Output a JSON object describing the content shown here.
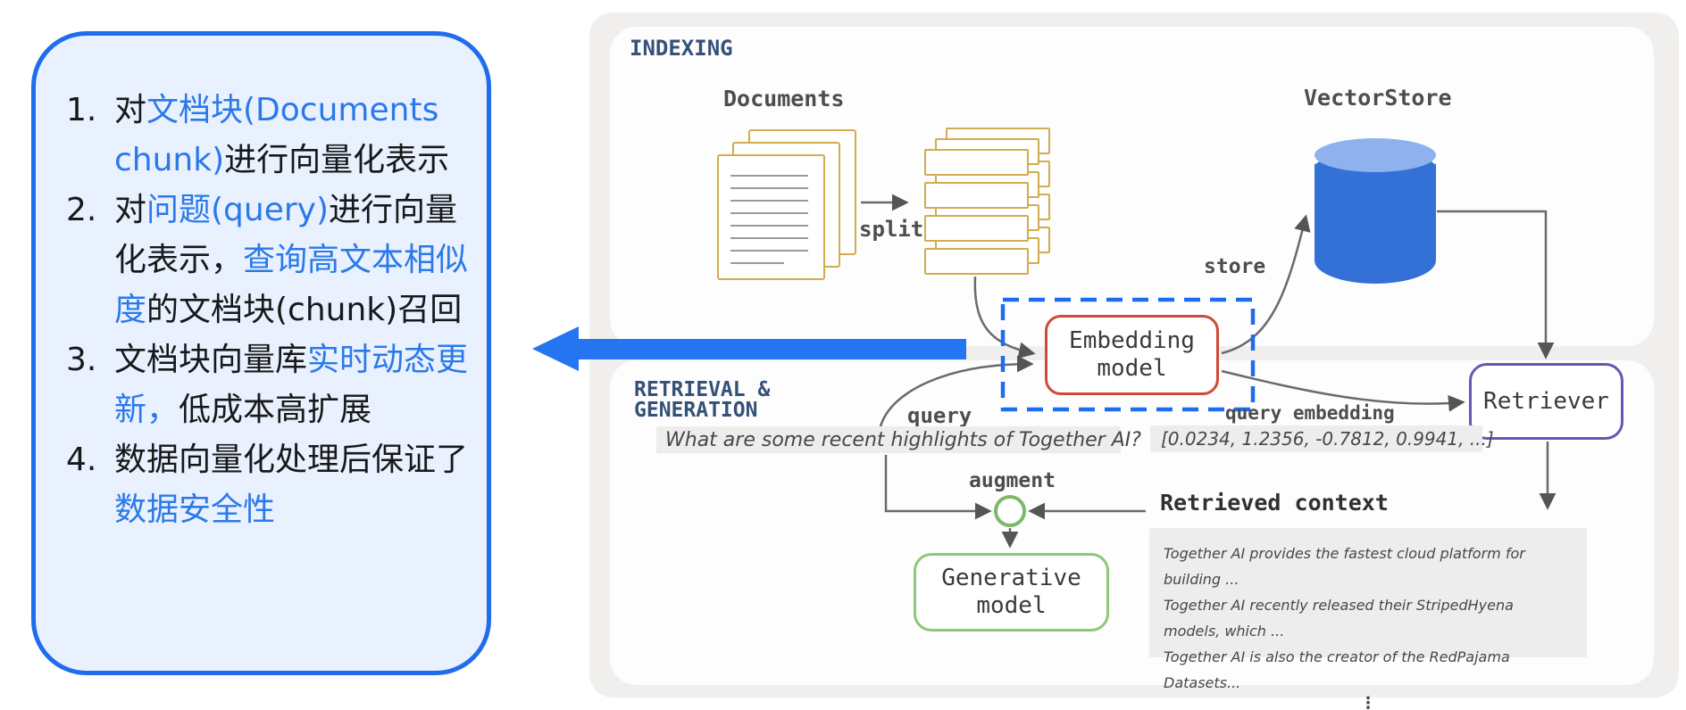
{
  "left_panel": {
    "items": [
      [
        {
          "t": "对",
          "c": "dark"
        },
        {
          "t": "文档块(Documents chunk)",
          "c": "blue"
        },
        {
          "t": "进行向量化表示",
          "c": "dark"
        }
      ],
      [
        {
          "t": "对",
          "c": "dark"
        },
        {
          "t": "问题(query)",
          "c": "blue"
        },
        {
          "t": "进行向量化表示，",
          "c": "dark"
        },
        {
          "t": "查询高文本相似度",
          "c": "blue"
        },
        {
          "t": "的文档块(chunk)召回",
          "c": "dark"
        }
      ],
      [
        {
          "t": "文档块向量库",
          "c": "dark"
        },
        {
          "t": "实时动态更新，",
          "c": "blue"
        },
        {
          "t": "低成本高扩展",
          "c": "dark"
        }
      ],
      [
        {
          "t": "数据向量化处理后保证了",
          "c": "dark"
        },
        {
          "t": "数据安全性",
          "c": "blue"
        }
      ]
    ]
  },
  "diagram": {
    "indexing": {
      "section_label": "INDEXING",
      "documents_label": "Documents",
      "split_label": "split",
      "vectorstore_label": "VectorStore",
      "store_label": "store"
    },
    "embedding_model_label": "Embedding\nmodel",
    "retrieval": {
      "section_label_line1": "RETRIEVAL &",
      "section_label_line2": "GENERATION",
      "query_label": "query",
      "query_text": "What are some recent highlights of Together AI?",
      "query_embedding_label": "query embedding",
      "query_embedding_value": "[0.0234, 1.2356, -0.7812, 0.9941, ...]",
      "augment_label": "augment",
      "retriever_label": "Retriever",
      "generative_model_label": "Generative\nmodel",
      "retrieved_context_title": "Retrieved context",
      "context_lines": [
        "Together AI provides the fastest cloud platform for building ...",
        "Together AI recently released their StripedHyena models, which ...",
        "Together AI is also the creator of the RedPajama Datasets..."
      ],
      "context_ellipsis": "⋮"
    }
  },
  "colors": {
    "blue_accent": "#1f6ded",
    "arrow_blue": "#2575f0",
    "text_blue": "#2b79e9",
    "gold": "#d2ac4e",
    "red": "#cd4b38",
    "purple": "#6756b5",
    "green": "#7cb969",
    "navy": "#355178",
    "cylinder_blue": "#3371d7",
    "cylinder_top": "#8fb2ee",
    "card_bg": "#f0efed",
    "handwriting_bg": "#ededed"
  }
}
